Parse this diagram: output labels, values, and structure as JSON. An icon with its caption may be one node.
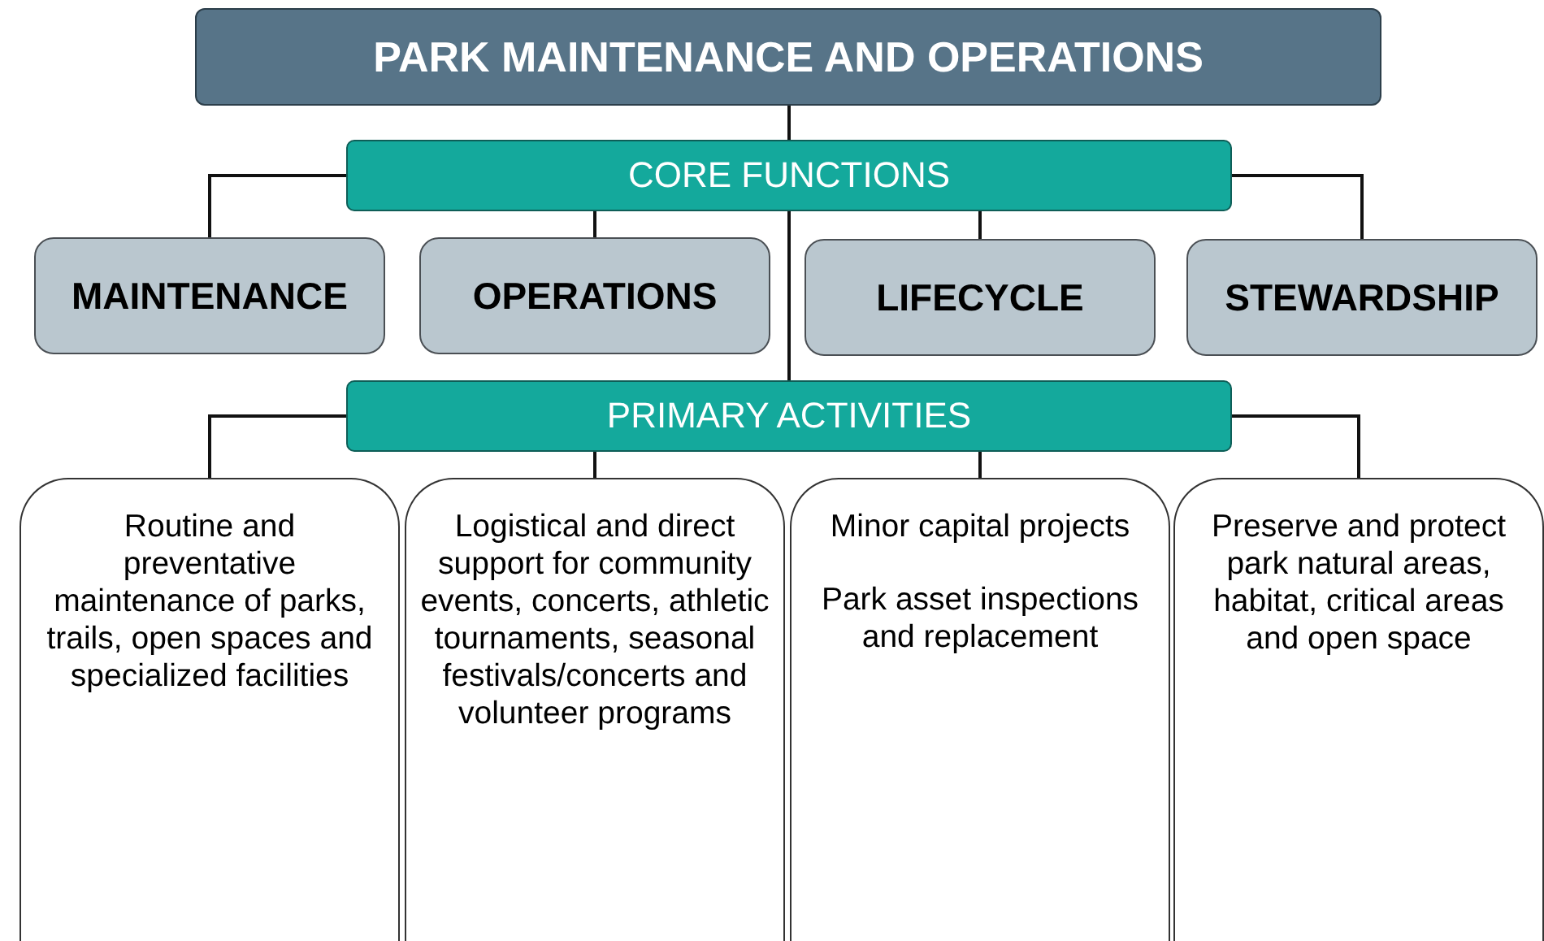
{
  "diagram": {
    "nodes": [
      {
        "text": [
          "PARK MAINTENANCE AND OPERATIONS"
        ]
      },
      {
        "text": [
          "CORE FUNCTIONS"
        ]
      },
      {
        "text": [
          "MAINTENANCE"
        ]
      },
      {
        "text": [
          "OPERATIONS"
        ]
      },
      {
        "text": [
          "LIFECYCLE"
        ]
      },
      {
        "text": [
          "STEWARDSHIP"
        ]
      },
      {
        "text": [
          "PRIMARY ACTIVITIES"
        ]
      },
      {
        "text": [
          "Routine and preventative maintenance of parks, trails, open spaces and specialized facilities"
        ]
      },
      {
        "text": [
          "Logistical and direct support for community events, concerts, athletic tournaments, seasonal festivals/concerts and volunteer programs"
        ]
      },
      {
        "text": [
          "Minor capital projects",
          "Park asset inspections and replacement"
        ]
      },
      {
        "text": [
          "Preserve and protect park natural areas, habitat, critical areas and open space"
        ]
      }
    ],
    "edges": [
      {
        "from": 0,
        "to": 1,
        "arrow": "none"
      },
      {
        "from": 1,
        "to": 2,
        "arrow": "none"
      },
      {
        "from": 1,
        "to": 3,
        "arrow": "none"
      },
      {
        "from": 1,
        "to": 4,
        "arrow": "none"
      },
      {
        "from": 1,
        "to": 5,
        "arrow": "none"
      },
      {
        "from": 1,
        "to": 6,
        "arrow": "none"
      },
      {
        "from": 6,
        "to": 7,
        "arrow": "none"
      },
      {
        "from": 6,
        "to": 8,
        "arrow": "none"
      },
      {
        "from": 6,
        "to": 9,
        "arrow": "none"
      },
      {
        "from": 6,
        "to": 10,
        "arrow": "none"
      }
    ]
  }
}
